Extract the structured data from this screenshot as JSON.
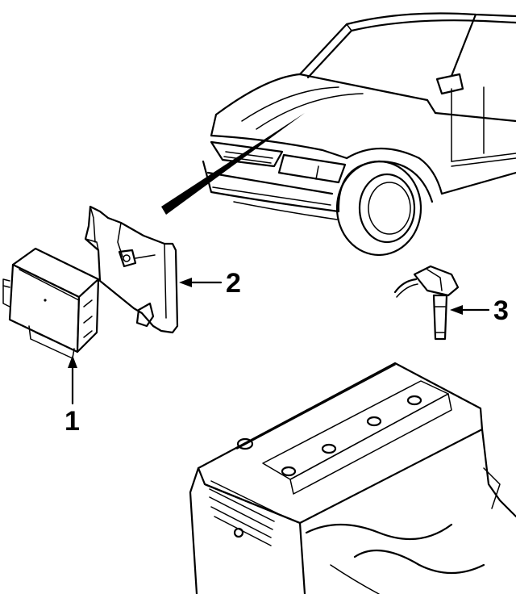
{
  "callouts": [
    {
      "number": "1",
      "part": "control-module"
    },
    {
      "number": "2",
      "part": "mounting-bracket"
    },
    {
      "number": "3",
      "part": "ignition-coil"
    }
  ]
}
